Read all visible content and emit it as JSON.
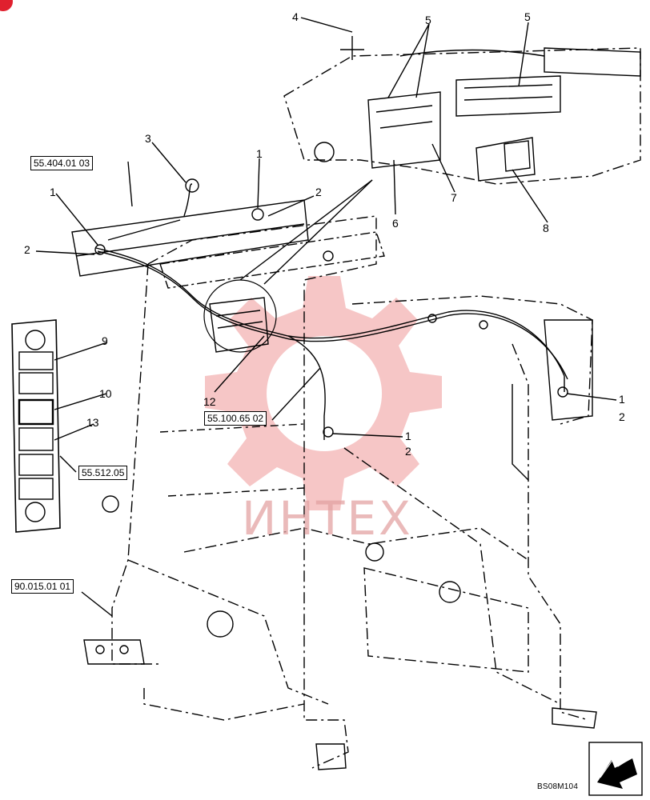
{
  "callouts": {
    "c1_left": "1",
    "c2_left": "2",
    "c3": "3",
    "c1_top": "1",
    "c2_top": "2",
    "c4": "4",
    "c5_a": "5",
    "c5_b": "5",
    "c6": "6",
    "c7": "7",
    "c8": "8",
    "c9": "9",
    "c10": "10",
    "c13": "13",
    "c12": "12",
    "c1_mid": "1",
    "c2_mid": "2",
    "c1_right": "1",
    "c2_right": "2"
  },
  "refs": {
    "r1": "55.404.01 03",
    "r2": "55.100.65 02",
    "r3": "55.512.05",
    "r4": "90.015.01 01"
  },
  "drawing_id": "BS08M104",
  "watermark": "ИНТЕХ",
  "colors": {
    "line": "#000000",
    "watermark": "#f4b8b8",
    "badge": "#e0202e"
  }
}
